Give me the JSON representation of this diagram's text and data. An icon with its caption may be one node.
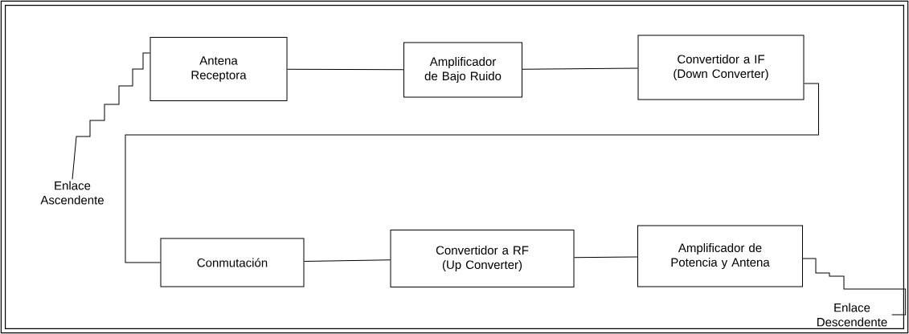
{
  "diagram": {
    "nodes": [
      {
        "text": [
          "Antena Receptora"
        ]
      },
      {
        "text": [
          "Amplificador de Bajo Ruido"
        ]
      },
      {
        "text": [
          "Convertidor a IF (Down Converter)"
        ]
      },
      {
        "text": [
          "Conmutación"
        ]
      },
      {
        "text": [
          "Convertidor a RF (Up Converter)"
        ]
      },
      {
        "text": [
          "Amplificador de Potencia y Antena"
        ]
      },
      {
        "text": [
          "Enlace Ascendente"
        ]
      },
      {
        "text": [
          "Enlace Descendente"
        ]
      }
    ],
    "edges": [
      {
        "from": 6,
        "to": 0,
        "arrow": "none"
      },
      {
        "from": 0,
        "to": 1,
        "arrow": "none"
      },
      {
        "from": 1,
        "to": 2,
        "arrow": "none"
      },
      {
        "from": 2,
        "to": 3,
        "arrow": "none"
      },
      {
        "from": 3,
        "to": 4,
        "arrow": "none"
      },
      {
        "from": 4,
        "to": 5,
        "arrow": "none"
      },
      {
        "from": 5,
        "to": 7,
        "arrow": "none"
      }
    ]
  }
}
